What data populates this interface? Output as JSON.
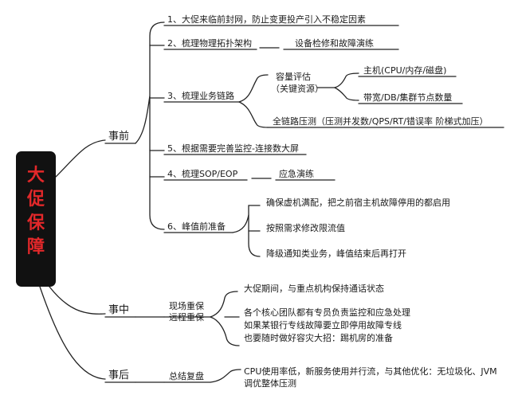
{
  "root": {
    "label": [
      "大",
      "促",
      "保",
      "障"
    ]
  },
  "before": {
    "label": "事前",
    "items": [
      {
        "label": "1、大促来临前封网，防止变更投产引入不稳定因素"
      },
      {
        "label": "2、梳理物理拓扑架构",
        "child": "设备检修和故障演练"
      },
      {
        "label": "3、梳理业务链路",
        "capacity": {
          "label": "容量评估",
          "note": "（关键资源）",
          "children": [
            "主机(CPU/内存/磁盘)",
            "带宽/DB/集群节点数量"
          ]
        },
        "pressure": "全链路压测（压测并发数/QPS/RT/错误率  阶梯式加压）"
      },
      {
        "label": "5、根据需要完善监控-连接数大屏"
      },
      {
        "label": "4、梳理SOP/EOP",
        "child": "应急演练"
      },
      {
        "label": "6、峰值前准备",
        "children": [
          "确保虚机满配，把之前宿主机故障停用的都启用",
          "按照需求修改限流值",
          "降级通知类业务，峰值结束后再打开"
        ]
      }
    ]
  },
  "during": {
    "label": "事中",
    "sub": {
      "line1": "现场重保",
      "line2": "远程重保"
    },
    "children": [
      "大促期间，与重点机构保持通话状态",
      "各个核心团队都有专员负责监控和应急处理",
      "如果某银行专线故障要立即停用故障专线",
      "也要随时做好容灾大招：踢机房的准备"
    ]
  },
  "after": {
    "label": "事后",
    "sub": "总结复盘",
    "text": {
      "line1": "CPU使用率低，新服务使用并行流，与其他优化：无垃圾化、JVM",
      "line2": "调优整体压测"
    }
  }
}
